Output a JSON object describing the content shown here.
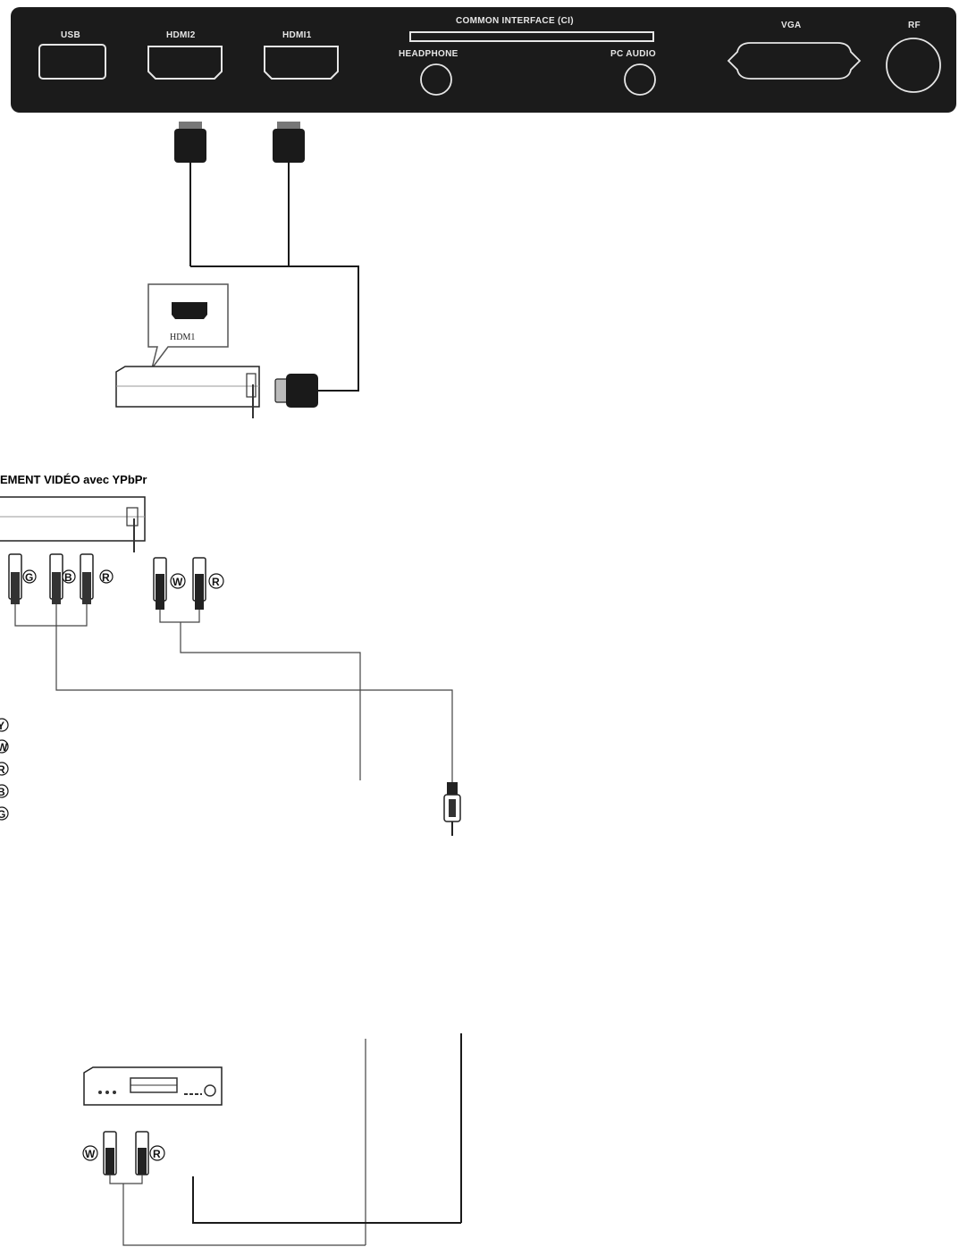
{
  "panel": {
    "usb": "USB",
    "hdmi2": "HDMI2",
    "hdmi1": "HDMI1",
    "ci": "COMMON INTERFACE (CI)",
    "headphone": "HEADPHONE",
    "pc_audio": "PC AUDIO",
    "vga": "VGA",
    "rf": "RF"
  },
  "device_hdmi": {
    "port_label": "HDM1"
  },
  "section": {
    "title": "EMENT VIDÉO avec YPbPr"
  },
  "component_plugs": {
    "g": "G",
    "b": "B",
    "r": "R"
  },
  "audio_plugs_top": {
    "w": "W",
    "r": "R"
  },
  "legend": [
    "Y",
    "W",
    "R",
    "B",
    "G"
  ],
  "audio_plugs_bottom": {
    "w": "W",
    "r": "R"
  },
  "colors": {
    "panel": "#1b1b1b",
    "panel_text": "#e6e6e6",
    "wire": "#1a1a1a"
  }
}
